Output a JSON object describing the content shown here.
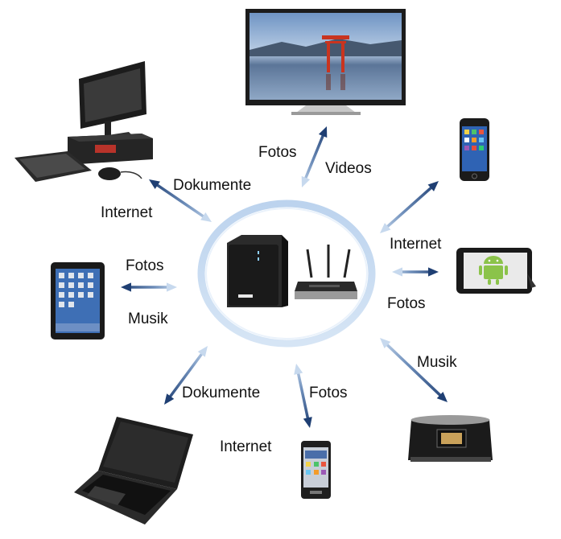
{
  "colors": {
    "ring_outer": "#c6daf0",
    "ring_inner": "#e9f1fa",
    "arrow_dark": "#1f3f73",
    "arrow_light": "#c7d9ee",
    "text": "#111111"
  },
  "icons": {
    "center": [
      "nas-drive-icon",
      "router-icon"
    ],
    "devices": [
      "tv-icon",
      "smartphone-icon",
      "tablet-android-icon",
      "speaker-dock-icon",
      "smartphone-small-icon",
      "laptop-icon",
      "tablet-ipad-icon",
      "desktop-pc-icon"
    ]
  },
  "labels": {
    "tv_fotos": "Fotos",
    "tv_videos": "Videos",
    "pc_dokumente": "Dokumente",
    "pc_internet": "Internet",
    "ipad_fotos": "Fotos",
    "ipad_musik": "Musik",
    "tablet_internet": "Internet",
    "tablet_fotos": "Fotos",
    "speaker_musik": "Musik",
    "laptop_dokumente": "Dokumente",
    "phone_fotos": "Fotos",
    "phone_internet": "Internet"
  }
}
